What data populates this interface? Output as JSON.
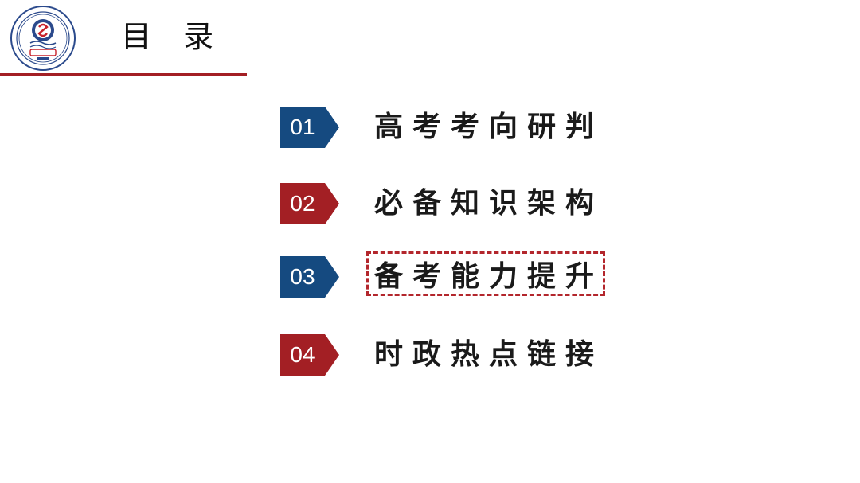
{
  "header": {
    "title": "目 录",
    "logo_icon": "school-emblem-icon",
    "rule_color": "#a31f24"
  },
  "colors": {
    "navy": "#154a80",
    "red": "#a31f24"
  },
  "toc": [
    {
      "num": "01",
      "label": "高考考向研判",
      "color": "#154a80",
      "highlighted": false
    },
    {
      "num": "02",
      "label": "必备知识架构",
      "color": "#a31f24",
      "highlighted": false
    },
    {
      "num": "03",
      "label": "备考能力提升",
      "color": "#154a80",
      "highlighted": true
    },
    {
      "num": "04",
      "label": "时政热点链接",
      "color": "#a31f24",
      "highlighted": false
    }
  ]
}
